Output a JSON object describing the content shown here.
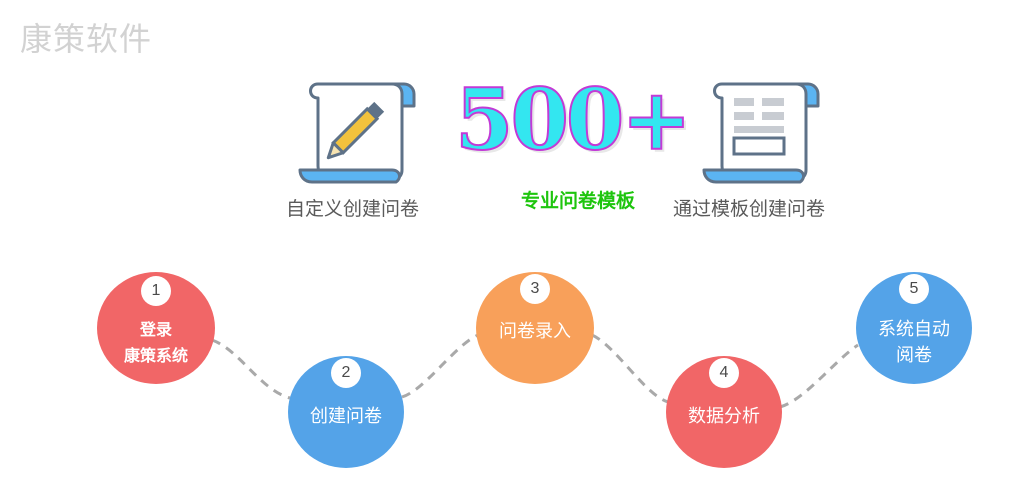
{
  "brand": {
    "text": "康策软件"
  },
  "features": {
    "custom_caption": "自定义创建问卷",
    "template_caption": "通过模板创建问卷",
    "big_number": "500+",
    "subtitle": "专业问卷模板"
  },
  "icons": {
    "pencil_scroll": "pencil-scroll-icon",
    "document_scroll": "document-scroll-icon"
  },
  "steps": [
    {
      "num": "1",
      "label": "登录\n康策系统",
      "color": "#f16667"
    },
    {
      "num": "2",
      "label": "创建问卷",
      "color": "#54a3e8"
    },
    {
      "num": "3",
      "label": "问卷录入",
      "color": "#f8a05a"
    },
    {
      "num": "4",
      "label": "数据分析",
      "color": "#f16667"
    },
    {
      "num": "5",
      "label": "系统自动\n阅卷",
      "color": "#54a3e8"
    }
  ],
  "colors": {
    "scroll_outline": "#5e7288",
    "scroll_accent": "#5bb4f2",
    "pencil_body": "#f2c23d",
    "connector": "#a9a9a9"
  }
}
